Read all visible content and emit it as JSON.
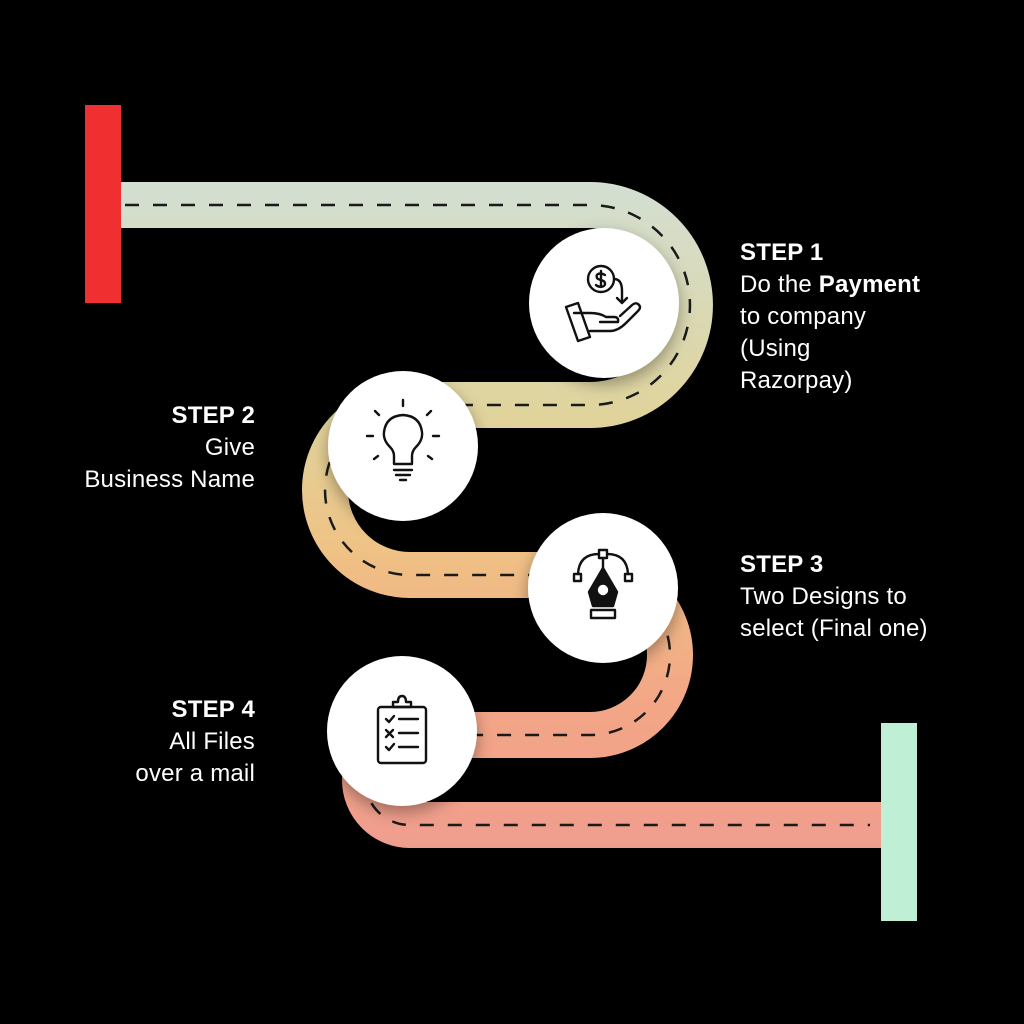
{
  "colors": {
    "background": "#000000",
    "start_flag": "#f03030",
    "end_flag": "#bff0d6",
    "road_gradient": [
      "#d2dfd2",
      "#e0d59a",
      "#f0c084",
      "#f2a186",
      "#f0a08e"
    ],
    "dash": "#1a1a1a",
    "circle": "#ffffff"
  },
  "steps": [
    {
      "title": "STEP 1",
      "lines": [
        "Do the ",
        "Payment",
        "to company",
        "(Using",
        "Razorpay)"
      ],
      "icon": "payment-hand-icon"
    },
    {
      "title": "STEP 2",
      "lines": [
        "Give",
        "Business Name"
      ],
      "icon": "lightbulb-icon"
    },
    {
      "title": "STEP 3",
      "lines": [
        "Two Designs to",
        "select (Final one)"
      ],
      "icon": "pen-tool-icon"
    },
    {
      "title": "STEP 4",
      "lines": [
        "All Files",
        "over a mail"
      ],
      "icon": "clipboard-checklist-icon"
    }
  ]
}
